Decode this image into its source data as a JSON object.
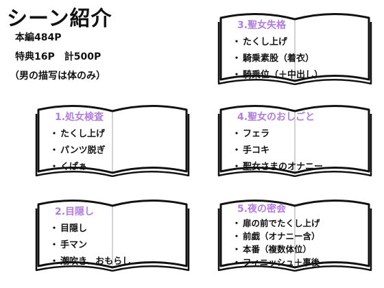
{
  "page": {
    "title": "シーン紹介",
    "meta": [
      "本編484P",
      "特典16P　計500P",
      "（男の描写は体のみ）"
    ]
  },
  "books": [
    {
      "heading": "1.処女検査",
      "items": [
        "たくし上げ",
        "パンツ脱ぎ",
        "くぱぁ"
      ]
    },
    {
      "heading": "2.目隠し",
      "items": [
        "目隠し",
        "手マン",
        "潮吹き、おもらし"
      ]
    },
    {
      "heading": "3.聖女失格",
      "items": [
        "たくし上げ",
        "騎乗素股（着衣）",
        "騎乗位（＋中出し）"
      ]
    },
    {
      "heading": "4.聖女のおしごと",
      "items": [
        "フェラ",
        "手コキ",
        "聖女さまのオナニー"
      ]
    },
    {
      "heading": "5.夜の密会",
      "items": [
        "扉の前でたくし上げ",
        "前戯（オナニー含）",
        "本番（複数体位）",
        "フィニッシュ＋事後"
      ]
    }
  ],
  "colors": {
    "accent": "#b37be6",
    "ink": "#111111",
    "page": "#ffffff"
  },
  "bullet": "・",
  "icons": [
    "open-book-icon"
  ]
}
